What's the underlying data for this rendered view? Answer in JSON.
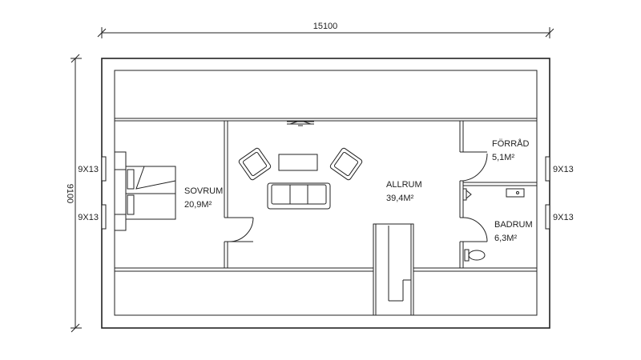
{
  "dimensions": {
    "width": "15100",
    "height": "9100"
  },
  "windows": [
    {
      "label": "9X13",
      "side": "left-upper"
    },
    {
      "label": "9X13",
      "side": "left-lower"
    },
    {
      "label": "9X13",
      "side": "right-upper"
    },
    {
      "label": "9X13",
      "side": "right-lower"
    }
  ],
  "rooms": [
    {
      "name": "SOVRUM",
      "area": "20,9M²"
    },
    {
      "name": "ALLRUM",
      "area": "39,4M²"
    },
    {
      "name": "FÖRRÅD",
      "area": "5,1M²"
    },
    {
      "name": "BADRUM",
      "area": "6,3M²"
    }
  ],
  "colors": {
    "line": "#222222",
    "background": "#ffffff"
  }
}
